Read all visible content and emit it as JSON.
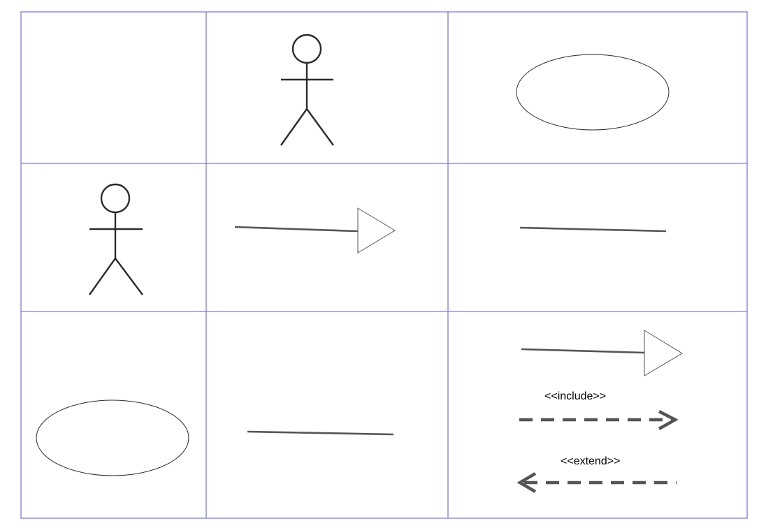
{
  "labels": {
    "include": "<<include>>",
    "extend": "<<extend>>"
  },
  "colors": {
    "grid": "#7b7bdc",
    "shape_stroke": "#2b2b2b",
    "relation_stroke": "#555555"
  },
  "icons": {
    "actor": "stick-figure",
    "use_case": "ellipse",
    "generalization": "hollow-triangle-arrow",
    "association": "line",
    "dependency": "dashed-open-arrow"
  }
}
